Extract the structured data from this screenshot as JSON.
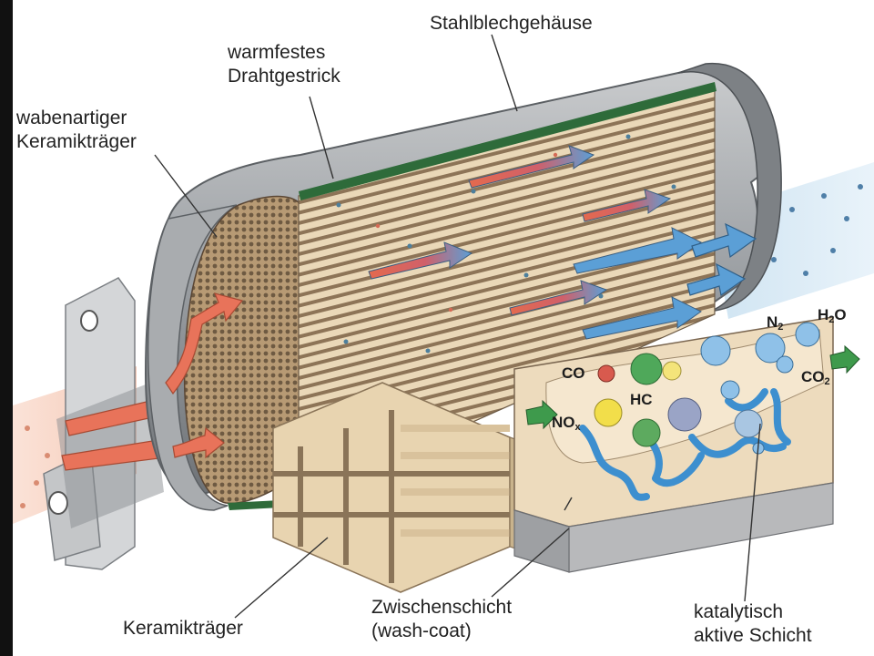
{
  "labels": {
    "housing": "Stahlblechgehäuse",
    "wire_mesh_1": "warmfestes",
    "wire_mesh_2": "Drahtgestrick",
    "honeycomb_1": "wabenartiger",
    "honeycomb_2": "Keramikträger",
    "ceramic_carrier": "Keramikträger",
    "washcoat_1": "Zwischenschicht",
    "washcoat_2": "(wash-coat)",
    "catalytic_1": "katalytisch",
    "catalytic_2": "aktive Schicht"
  },
  "chemistry": {
    "co": "CO",
    "nox": "NO",
    "nox_sub": "x",
    "hc": "HC",
    "n2": "N",
    "n2_sub": "2",
    "h2o_h": "H",
    "h2o_sub": "2",
    "h2o_o": "O",
    "co2": "CO",
    "co2_sub": "2"
  },
  "colors": {
    "exhaust_in": "#e8735a",
    "exhaust_out": "#5b9fd6",
    "steel": "#8e9296",
    "ceramic": "#e6d3b3",
    "wire_mesh": "#2e6b3a"
  }
}
